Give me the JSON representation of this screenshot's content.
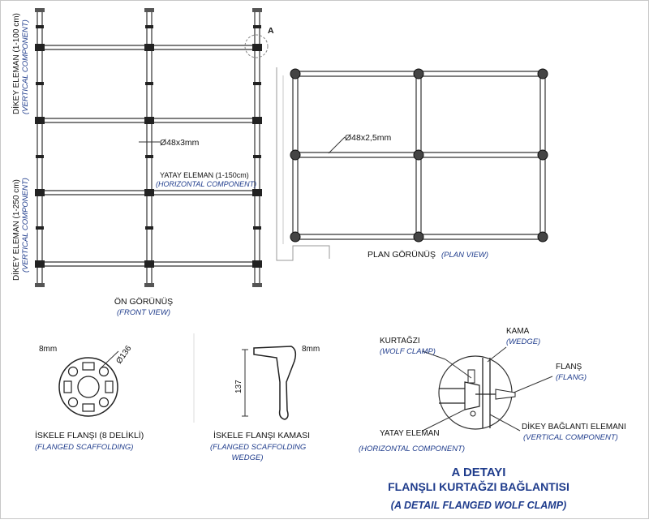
{
  "front_view": {
    "vertical_top_tr": "DİKEY ELEMAN (1-100 cm)",
    "vertical_top_en": "(VERTICAL COMPONENT)",
    "vertical_bot_tr": "DİKEY ELEMAN (1-250 cm)",
    "vertical_bot_en": "(VERTICAL COMPONENT)",
    "pipe_size": "Ø48x3mm",
    "horizontal_tr": "YATAY ELEMAN (1-150cm)",
    "horizontal_en": "(HORIZONTAL COMPONENT)",
    "caption_tr": "ÖN GÖRÜNÜŞ",
    "caption_en": "(FRONT VIEW)",
    "detail_marker": "A"
  },
  "plan_view": {
    "pipe_size": "Ø48x2,5mm",
    "caption_tr": "PLAN GÖRÜNÜŞ",
    "caption_en": "(PLAN VIEW)"
  },
  "flange": {
    "thickness": "8mm",
    "diameter": "Ø136",
    "caption_tr": "İSKELE FLANŞI (8 DELİKLİ)",
    "caption_en": "(FLANGED SCAFFOLDING)"
  },
  "wedge": {
    "thickness": "8mm",
    "height": "137",
    "caption_tr": "İSKELE FLANŞI KAMASI",
    "caption_en1": "(FLANGED SCAFFOLDING",
    "caption_en2": "WEDGE)"
  },
  "detail": {
    "wolf_clamp_tr": "KURTAĞZI",
    "wolf_clamp_en": "(WOLF CLAMP)",
    "wedge_tr": "KAMA",
    "wedge_en": "(WEDGE)",
    "flange_tr": "FLANŞ",
    "flange_en": "(FLANG)",
    "horizontal_tr": "YATAY ELEMAN",
    "horizontal_en": "(HORIZONTAL COMPONENT)",
    "vertical_tr": "DİKEY BAĞLANTI ELEMANI",
    "vertical_en": "(VERTICAL COMPONENT)",
    "title1": "A DETAYI",
    "title2": "FLANŞLI KURTAĞZI BAĞLANTISI",
    "title3": "(A DETAIL FLANGED WOLF CLAMP)"
  },
  "colors": {
    "accent": "#1f3c8c",
    "line": "#333333"
  }
}
